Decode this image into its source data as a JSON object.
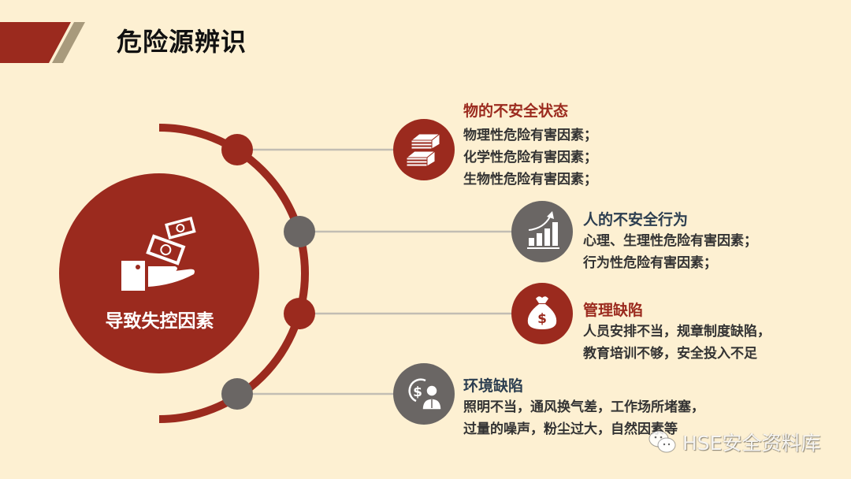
{
  "header": {
    "title": "危险源辨识",
    "accent_color": "#9b2a1e",
    "stripe_color": "#a89a7c"
  },
  "center": {
    "label": "导致失控因素",
    "icon": "hand-receiving-money-icon",
    "color": "#9b2a1e"
  },
  "colors": {
    "background": "#fdf0d2",
    "red": "#9b2a1e",
    "gray": "#6a6664",
    "connector": "#c2bdb3",
    "title_red": "#9b2a1e",
    "title_slate": "#2c3e50",
    "body_text": "#333333"
  },
  "items": [
    {
      "title": "物的不安全状态",
      "icon": "money-stacks-icon",
      "color": "red",
      "lines": [
        "物理性危险有害因素；",
        "化学性危险有害因素；",
        "生物性危险有害因素；"
      ]
    },
    {
      "title": "人的不安全行为",
      "icon": "growth-chart-icon",
      "color": "gray",
      "lines": [
        "心理、生理性危险有害因素；",
        "行为性危险有害因素；"
      ]
    },
    {
      "title": "管理缺陷",
      "icon": "money-bag-icon",
      "color": "red",
      "lines": [
        "人员安排不当，规章制度缺陷，",
        "教育培训不够，安全投入不足"
      ]
    },
    {
      "title": "环境缺陷",
      "icon": "businessman-dollar-icon",
      "color": "gray",
      "lines": [
        "照明不当，通风换气差，工作场所堵塞，",
        "过量的噪声，粉尘过大，自然因素等"
      ]
    }
  ],
  "watermark": {
    "icon": "wechat-icon",
    "text": "HSE安全资料库"
  }
}
